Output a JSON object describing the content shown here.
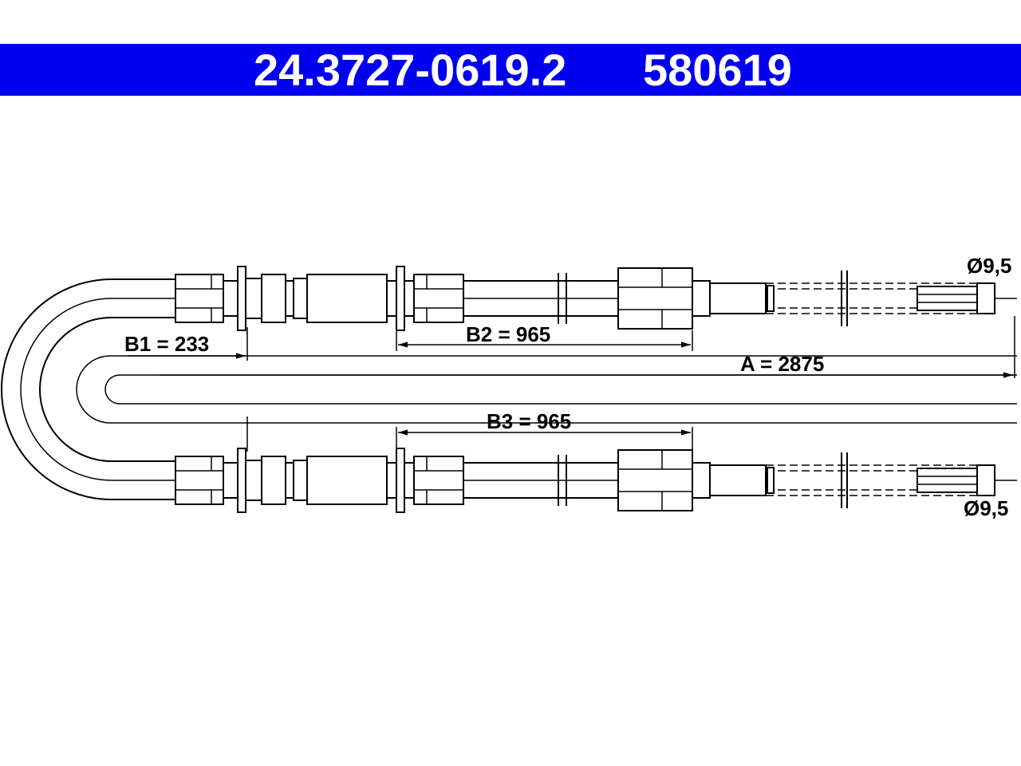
{
  "header": {
    "part_number": "24.3727-0619.2",
    "ref_number": "580619",
    "background_color": "#0000ee",
    "text_color": "#ffffff"
  },
  "dimensions": {
    "A": "A = 2875",
    "B1": "B1 = 233",
    "B2": "B2 = 965",
    "B3": "B3 = 965",
    "diameter_top": "Ø9,5",
    "diameter_bottom": "Ø9,5"
  }
}
